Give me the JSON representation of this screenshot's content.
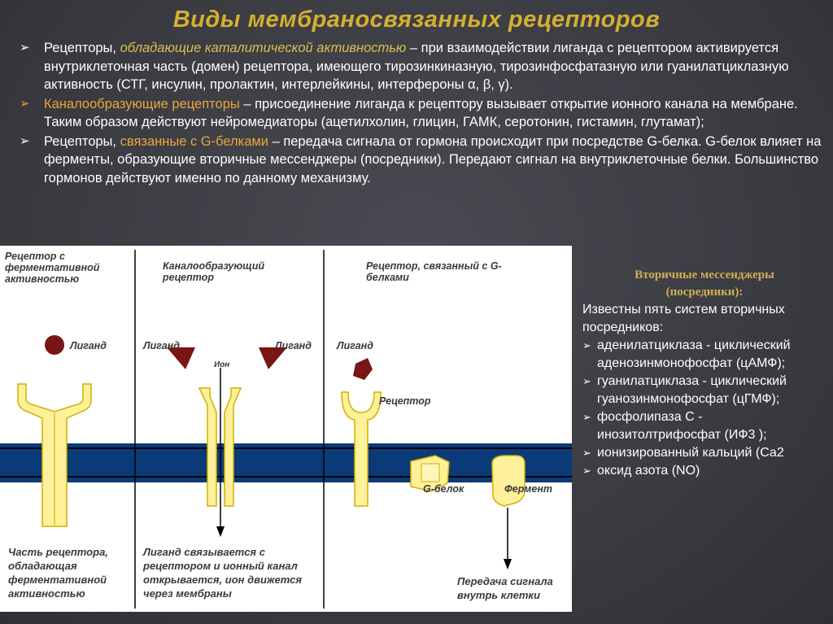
{
  "title": "Виды мембраносвязанных рецепторов",
  "bullets": [
    {
      "lead": "Рецепторы,",
      "highlight": "обладающие каталитической активностью",
      "text": "– при взаимодействии лиганда с рецептором активируется внутриклеточная часть (домен) рецептора, имеющего тирозинкиназную, тирозинфосфатазную или гуанилатциклазную активность (СТГ, инсулин, пролактин, интерлейкины, интерфероны α, β, γ)."
    },
    {
      "lead": "",
      "highlight": "Каналообразующие рецепторы",
      "text": "– присоединение лиганда к рецептору вызывает открытие ионного канала на мембране. Таким образом действуют нейромедиаторы (ацетилхолин, глицин, ГАМК, серотонин, гистамин, глутамат);"
    },
    {
      "lead": "Рецепторы,",
      "highlight": "связанные с G-белками",
      "text": "– передача сигнала от гормона происходит при посредстве G-белка. G-белок влияет на ферменты, образующие вторичные мессенджеры (посредники). Передают сигнал на внутриклеточные белки. Большинство гормонов действуют именно по данному механизму."
    }
  ],
  "diagram": {
    "panel1_title": "Рецептор с ферментативной активностью",
    "panel1_ligand": "Лиганд",
    "panel1_caption": "Часть рецептора, обладающая ферментативной активностью",
    "panel2_title": "Каналообразующий рецептор",
    "panel2_ligand_left": "Лиганд",
    "panel2_ligand_right": "Лиганд",
    "panel2_ion": "Ион",
    "panel2_caption": "Лиганд связывается с рецептором и ионный канал открывается, ион движется через мембраны",
    "panel3_title": "Рецептор, связанный с G-белками",
    "panel3_ligand": "Лиганд",
    "panel3_receptor": "Рецептор",
    "panel3_gprotein": "G-белок",
    "panel3_enzyme": "Фермент",
    "panel3_caption": "Передача сигнала внутрь клетки"
  },
  "sidebar": {
    "heading_line1": "Вторичные мессенджеры",
    "heading_line2": "(посредники):",
    "intro": "Известны пять систем вторичных посредников:",
    "items": [
      " аденилатциклаза - циклический аденозинмонофосфат (цАМФ);",
      "гуанилатциклаза - циклический гуанозинмонофосфат (цГМФ);",
      "фосфолипаза С - инозитолтрифосфат (ИФ3 );",
      "ионизированный кальций (Са2",
      "оксид азота (NO)"
    ]
  },
  "colors": {
    "title": "#d4b030",
    "receptor": "#fff09a",
    "receptor_stroke": "#c8a800",
    "ligand": "#7a1515",
    "membrane": "#0b3a78"
  }
}
